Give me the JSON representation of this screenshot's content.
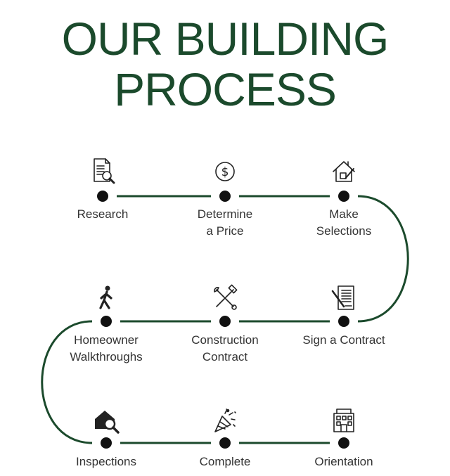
{
  "title": {
    "line1": "OUR BUILDING",
    "line2": "PROCESS"
  },
  "colors": {
    "path": "#1b4a2c",
    "node": "#111111",
    "title": "#1b4a2c",
    "text": "#333333"
  },
  "steps": [
    {
      "order": 1,
      "label_lines": [
        "Research"
      ],
      "icon": "document-magnifier-icon"
    },
    {
      "order": 2,
      "label_lines": [
        "Determine",
        "a Price"
      ],
      "icon": "dollar-coin-icon"
    },
    {
      "order": 3,
      "label_lines": [
        "Make",
        "Selections"
      ],
      "icon": "house-brush-icon"
    },
    {
      "order": 4,
      "label_lines": [
        "Sign a Contract"
      ],
      "icon": "contract-pen-icon"
    },
    {
      "order": 5,
      "label_lines": [
        "Construction",
        "Contract"
      ],
      "icon": "wrench-hammer-icon"
    },
    {
      "order": 6,
      "label_lines": [
        "Homeowner",
        "Walkthroughs"
      ],
      "icon": "walking-person-icon"
    },
    {
      "order": 7,
      "label_lines": [
        "Inspections"
      ],
      "icon": "house-search-icon"
    },
    {
      "order": 8,
      "label_lines": [
        "Complete"
      ],
      "icon": "party-popper-icon"
    },
    {
      "order": 9,
      "label_lines": [
        "Orientation"
      ],
      "icon": "building-blueprint-icon"
    }
  ]
}
